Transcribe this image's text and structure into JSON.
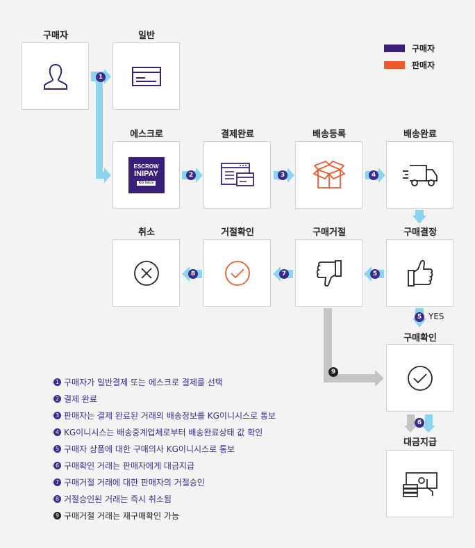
{
  "colors": {
    "buyer": "#3a1f7a",
    "seller": "#f05a2a",
    "arrow": "#8cd3ef",
    "gray_arrow": "#c4c4c4"
  },
  "legend": [
    {
      "label": "구매자",
      "color": "#3a1f7a"
    },
    {
      "label": "판매자",
      "color": "#f05a2a"
    }
  ],
  "nodes": {
    "buyer": "구매자",
    "general": "일반",
    "escrow": "에스크로",
    "payment_done": "결제완료",
    "ship_register": "배송등록",
    "ship_done": "배송완료",
    "cancel": "취소",
    "reject_approve": "거절확인",
    "reject": "구매거절",
    "decide": "구매결정",
    "confirm": "구매확인",
    "settle": "대금지급"
  },
  "escrow_logo": {
    "line1": "ESCROW",
    "line2": "INIPAY",
    "line3": "KG Inicis"
  },
  "steps": [
    "1",
    "2",
    "3",
    "4",
    "5",
    "6",
    "7",
    "8",
    "9"
  ],
  "yes_label": "YES",
  "notes": [
    {
      "num": "1",
      "text": "구매자가 일반결제 또는 에스크로 결제를 선택"
    },
    {
      "num": "2",
      "text": "결제 완료"
    },
    {
      "num": "3",
      "text": "판매자는 결제 완료된 거래의 배송정보를 KG이니시스로 통보"
    },
    {
      "num": "4",
      "text": "KG이니시스는 배송중계업체로부터 배송완료상태 값 확인"
    },
    {
      "num": "5",
      "text": "구매자 상품에 대한 구매의사  KG이니시스로 통보"
    },
    {
      "num": "6",
      "text": "구매확인 거래는 판매자에게 대금지급"
    },
    {
      "num": "7",
      "text": "구매거절 거래에 대한 판매자의 거절승인"
    },
    {
      "num": "8",
      "text": " 거절승인된 거래는 즉시 취소됨"
    },
    {
      "num": "9",
      "text": "구매거절 거래는 재구매확인 가능"
    }
  ]
}
